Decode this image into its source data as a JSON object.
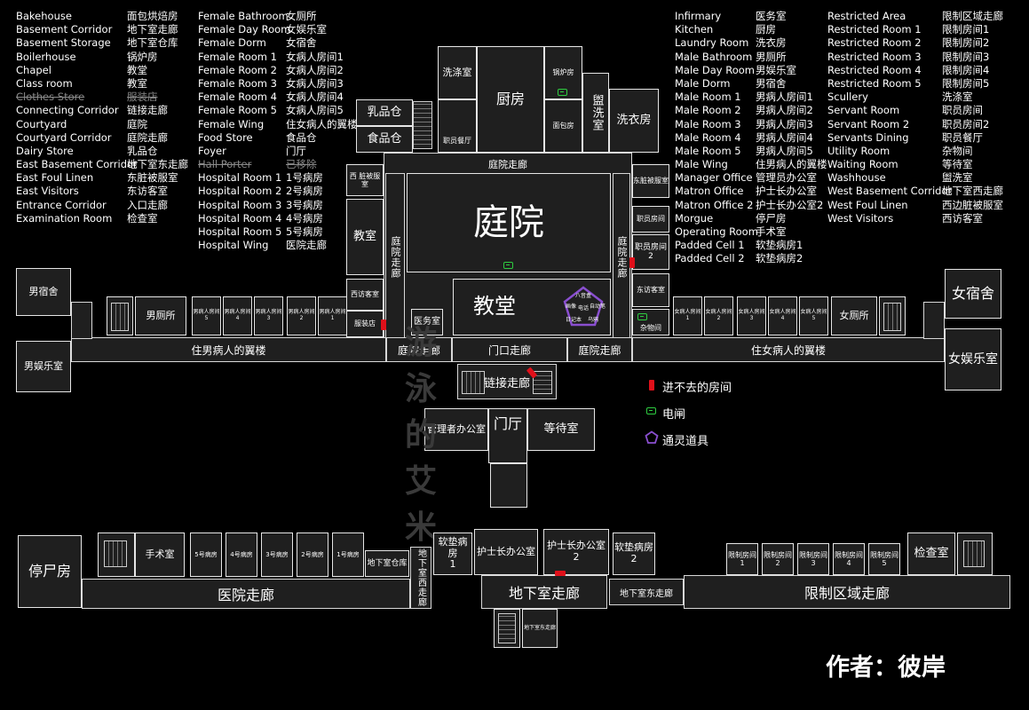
{
  "glossary": [
    [
      [
        "Bakehouse",
        "面包烘焙房"
      ],
      [
        "Basement Corridor",
        "地下室走廊"
      ],
      [
        "Basement Storage",
        "地下室仓库"
      ],
      [
        "Boilerhouse",
        "锅炉房"
      ],
      [
        "Chapel",
        "教堂"
      ],
      [
        "Class room",
        "教室"
      ],
      [
        "Clothes Store",
        "服装店"
      ],
      [
        "Connecting Corridor",
        "链接走廊"
      ],
      [
        "Courtyard",
        "庭院"
      ],
      [
        "Courtyard Corridor",
        "庭院走廊"
      ],
      [
        "Dairy Store",
        "乳品仓"
      ],
      [
        "East Basement Corridor",
        "地下室东走廊"
      ],
      [
        "East Foul Linen",
        "东脏被服室"
      ],
      [
        "East Visitors",
        "东访客室"
      ],
      [
        "Entrance Corridor",
        "入口走廊"
      ],
      [
        "Examination Room",
        "检查室"
      ]
    ],
    [
      [
        "Female Bathroom",
        "女厕所"
      ],
      [
        "Female Day Room",
        "女娱乐室"
      ],
      [
        "Female Dorm",
        "女宿舍"
      ],
      [
        "Female Room 1",
        "女病人房间1"
      ],
      [
        "Female Room 2",
        "女病人房间2"
      ],
      [
        "Female Room 3",
        "女病人房间3"
      ],
      [
        "Female Room 4",
        "女病人房间4"
      ],
      [
        "Female Room 5",
        "女病人房间5"
      ],
      [
        "Female Wing",
        "住女病人的翼楼"
      ],
      [
        "Food Store",
        "食品仓"
      ],
      [
        "Foyer",
        "门厅"
      ],
      [
        "Hall Porter",
        "已移除"
      ],
      [
        "Hospital Room 1",
        "1号病房"
      ],
      [
        "Hospital Room 2",
        "2号病房"
      ],
      [
        "Hospital Room 3",
        "3号病房"
      ],
      [
        "Hospital Room 4",
        "4号病房"
      ],
      [
        "Hospital Room 5",
        "5号病房"
      ],
      [
        "Hospital Wing",
        "医院走廊"
      ]
    ],
    [
      [
        "Infirmary",
        "医务室"
      ],
      [
        "Kitchen",
        "厨房"
      ],
      [
        "Laundry Room",
        "洗衣房"
      ],
      [
        "Male Bathroom",
        "男厕所"
      ],
      [
        "Male Day Room",
        "男娱乐室"
      ],
      [
        "Male Dorm",
        "男宿舍"
      ],
      [
        "Male Room 1",
        "男病人房间1"
      ],
      [
        "Male Room 2",
        "男病人房间2"
      ],
      [
        "Male Room 3",
        "男病人房间3"
      ],
      [
        "Male Room 4",
        "男病人房间4"
      ],
      [
        "Male Room 5",
        "男病人房间5"
      ],
      [
        "Male Wing",
        "住男病人的翼楼"
      ],
      [
        "Manager Office",
        "管理员办公室"
      ],
      [
        "Matron Office",
        "护士长办公室"
      ],
      [
        "Matron Office 2",
        "护士长办公室2"
      ],
      [
        "Morgue",
        "停尸房"
      ],
      [
        "Operating Room",
        "手术室"
      ],
      [
        "Padded Cell 1",
        "软垫病房1"
      ],
      [
        "Padded Cell 2",
        "软垫病房2"
      ]
    ],
    [
      [
        "Restricted Area",
        "限制区域走廊"
      ],
      [
        "Restricted Room 1",
        "限制房间1"
      ],
      [
        "Restricted Room 2",
        "限制房间2"
      ],
      [
        "Restricted Room 3",
        "限制房间3"
      ],
      [
        "Restricted Room 4",
        "限制房间4"
      ],
      [
        "Restricted Room 5",
        "限制房间5"
      ],
      [
        "Scullery",
        "洗涤室"
      ],
      [
        "Servant Room",
        "职员房间"
      ],
      [
        "Servant Room 2",
        "职员房间2"
      ],
      [
        "Servants Dining",
        "职员餐厅"
      ],
      [
        "Utility Room",
        "杂物间"
      ],
      [
        "Waiting Room",
        "等待室"
      ],
      [
        "Washhouse",
        "盥洗室"
      ],
      [
        "West Basement Corridor",
        "地下室西走廊"
      ],
      [
        "West Foul Linen",
        "西边脏被服室"
      ],
      [
        "West Visitors",
        "西访客室"
      ]
    ]
  ],
  "rooms": {
    "scullery": "洗涤室",
    "kitchen": "厨房",
    "boilerhouse": "锅炉房",
    "servants_dining": "职员餐厅",
    "bakehouse": "面包房",
    "washhouse": "盥洗室",
    "laundry": "洗衣房",
    "dairy": "乳品仓",
    "food": "食品仓",
    "courtyard_corridor": "庭院走廊",
    "courtyard": "庭院",
    "west_foul": "西 脏被服室",
    "east_foul": "东脏被服室",
    "classroom": "教室",
    "court_corr_v": "庭院走廊",
    "court_corr_v2": "庭院走廊",
    "servant1": "职员房间",
    "servant2": "职员房间 2",
    "east_visitors": "东访客室",
    "utility": "杂物间",
    "west_visitors": "西访客室",
    "clothes": "服装店",
    "chapel": "教堂",
    "infirmary": "医务室",
    "ouija_labels": [
      "八音盒",
      "自动笔",
      "电话",
      "画像",
      "乌鸦",
      "日记本"
    ],
    "male_dorm": "男宿舍",
    "male_bath": "男厕所",
    "male_room": "男病人房间",
    "male_day": "男娱乐室",
    "male_wing": "住男病人的翼楼",
    "female_room": "女病人房间",
    "female_bath": "女厕所",
    "female_dorm": "女宿舍",
    "female_day": "女娱乐室",
    "female_wing": "住女病人的翼楼",
    "nums": [
      "5",
      "4",
      "3",
      "2",
      "1"
    ],
    "nums_asc": [
      "1",
      "2",
      "3",
      "4",
      "5"
    ],
    "entrance": "门口走廊",
    "connecting": "链接走廊",
    "manager": "管理者办公室",
    "foyer": "门厅",
    "waiting": "等待室",
    "morgue": "停尸房",
    "operating": "手术室",
    "hosp_room_labels": [
      "5号病房",
      "4号病房",
      "3号病房",
      "2号病房",
      "1号病房"
    ],
    "bsmt_storage": "地下室仓库",
    "hospital_corr": "医院走廊",
    "west_bsmt": "地下室西走廊",
    "padded1": "软垫病房",
    "padded1_n": "1",
    "matron1": "护士长办公室",
    "matron2": "护士长办公室",
    "matron2_n": "2",
    "padded2": "软垫病房",
    "padded2_n": "2",
    "bsmt_corr": "地下室走廊",
    "east_bsmt": "地下室东走廊",
    "bsmt_small": "地下室东走廊",
    "restricted_room": "限制房间",
    "exam": "检查室",
    "restricted": "限制区域走廊"
  },
  "legend": {
    "blocked": "进不去的房间",
    "generator": "电闸",
    "ouija": "通灵道具"
  },
  "watermark": "游泳的艾米",
  "author": "作者：彼岸",
  "colors": {
    "background": "#000000",
    "room_fill": "#1f1f1f",
    "wall": "#e6e6e6",
    "blocked": "#e0101a",
    "generator": "#2ecc40",
    "ouija": "#8a4fd0"
  }
}
